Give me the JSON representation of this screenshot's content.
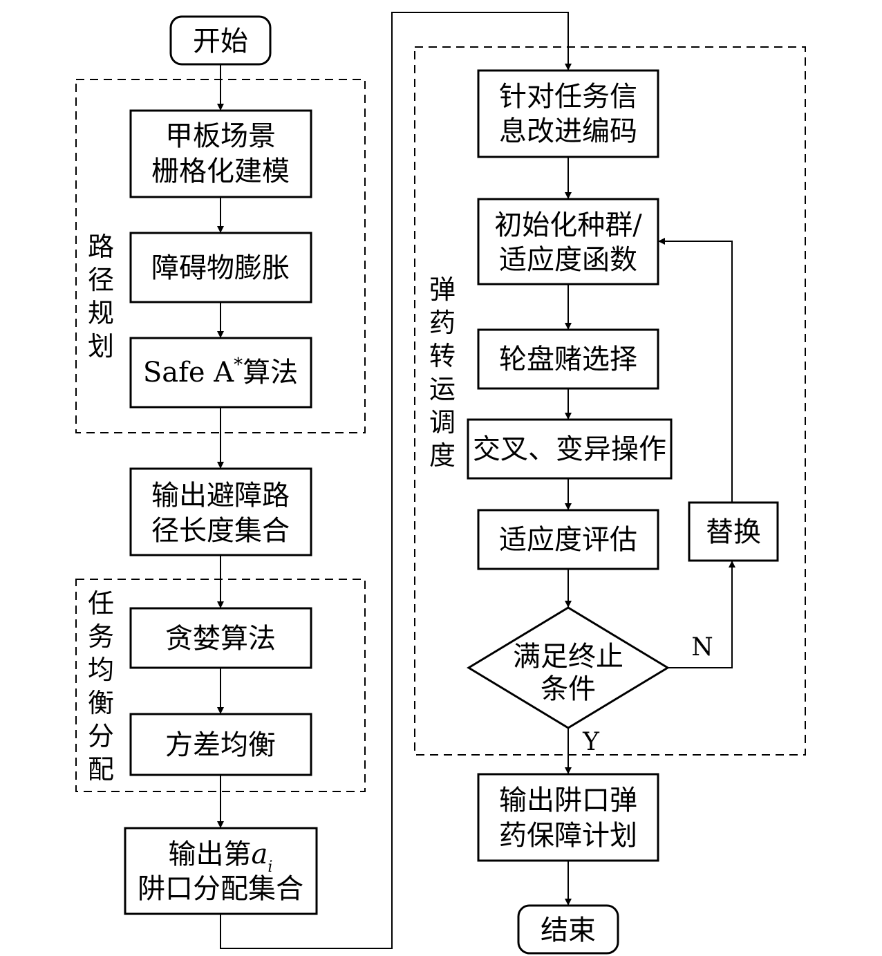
{
  "start": "开始",
  "end": "结束",
  "groups": {
    "path_planning": "路径规划",
    "task_balance": "任务均衡分配",
    "ammo_scheduling": "弹药转运调度"
  },
  "nodes": {
    "grid_modeling": [
      "甲板场景",
      "栅格化建模"
    ],
    "obstacle_inflation": "障碍物膨胀",
    "safe_astar": {
      "prefix": "Safe A",
      "sup": "*",
      "suffix": "算法"
    },
    "output_path_set": [
      "输出避障路",
      "径长度集合"
    ],
    "greedy": "贪婪算法",
    "variance_balance": "方差均衡",
    "output_assignment": {
      "line1_prefix": "输出第",
      "var": "a",
      "sub": "i",
      "line2": "阱口分配集合"
    },
    "encoding": [
      "针对任务信",
      "息改进编码"
    ],
    "init_population": [
      "初始化种群/",
      "适应度函数"
    ],
    "roulette": "轮盘赌选择",
    "crossover_mutation": "交叉、变异操作",
    "fitness_eval": "适应度评估",
    "termination": [
      "满足终止",
      "条件"
    ],
    "replace": "替换",
    "output_plan": [
      "输出阱口弹",
      "药保障计划"
    ]
  },
  "edge_labels": {
    "no": "N",
    "yes": "Y"
  }
}
